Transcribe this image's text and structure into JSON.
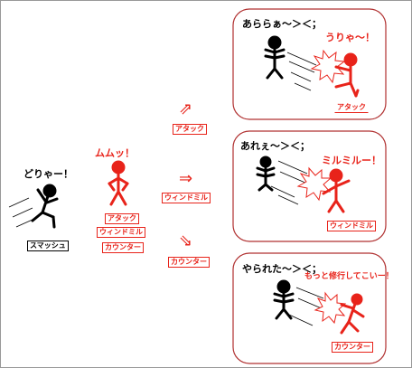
{
  "colors": {
    "red": "#e8231a",
    "black": "#000000",
    "panel_border": "#b03030"
  },
  "player": {
    "shout": "どりゃー！",
    "move_label": "スマッシュ"
  },
  "opponent": {
    "shout": "ムムッ！",
    "options": [
      "アタック",
      "ウィンドミル",
      "カウンター"
    ]
  },
  "branches": [
    "アタック",
    "ウィンドミル",
    "カウンター"
  ],
  "arrow_glyphs": {
    "up": "⇗",
    "right": "⇒",
    "down": "⇘"
  },
  "panels": [
    {
      "player_line": "あららぁ～＞＜；",
      "opponent_line": "うりゃ～！",
      "label": "アタック"
    },
    {
      "player_line": "あれぇ～＞＜；",
      "opponent_line": "ミルミルー！",
      "label": "ウィンドミル"
    },
    {
      "player_line": "やられた～＞＜；",
      "opponent_line": "もっと修行してこいー！",
      "label": "カウンター"
    }
  ]
}
